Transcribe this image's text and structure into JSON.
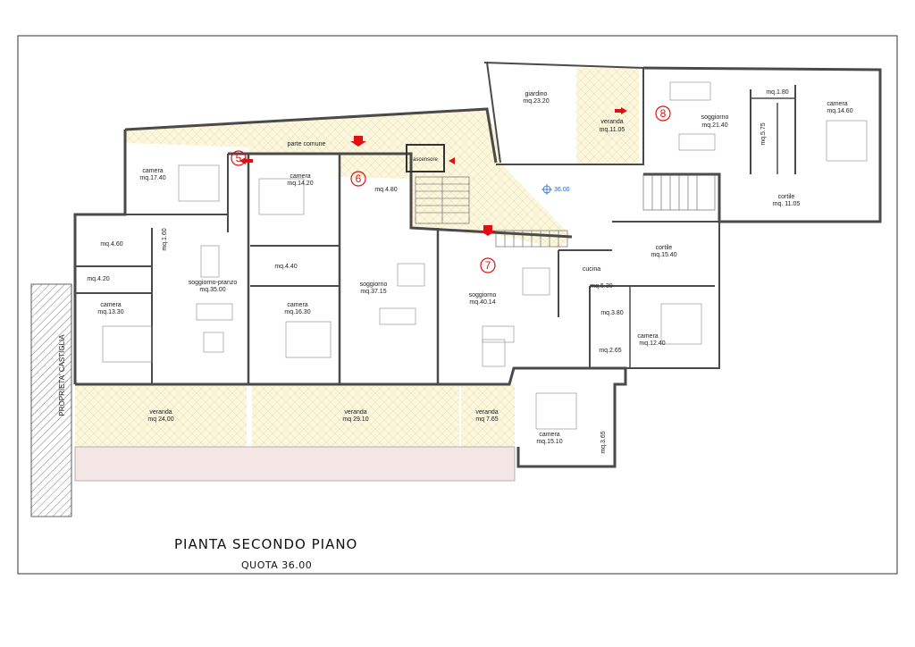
{
  "title": "PIANTA SECONDO PIANO",
  "subtitle": "QUOTA 36.00",
  "side_label": "PROPRIETA' CASTIGLIA",
  "level_mark": "36.00",
  "colors": {
    "wall": "#4a4a4a",
    "hatch": "#fbf6dc",
    "marker": "#e01010",
    "level": "#2266cc"
  },
  "rooms": {
    "camera_1740": [
      "camera",
      "mq.17.40"
    ],
    "camera_1420": [
      "camera",
      "mq.14.20"
    ],
    "bagno_480": [
      "mq.4.80"
    ],
    "bagno_460": [
      "mq.4.60"
    ],
    "bagno_160": [
      "mq.1.60"
    ],
    "bagno_420": [
      "mq.4.20"
    ],
    "camera_1330": [
      "camera",
      "mq.13.30"
    ],
    "soggiorno_3500": [
      "soggiorno-pranzo",
      "mq.35.00"
    ],
    "bagno_440": [
      "mq.4.40"
    ],
    "camera_1630": [
      "camera",
      "mq.16.30"
    ],
    "soggiorno_3715": [
      "soggiorno",
      "mq.37.15"
    ],
    "soggiorno_4014": [
      "soggiorno",
      "mq.40.14"
    ],
    "cucina_530": [
      "cucina",
      "mq.5.30"
    ],
    "bagno_380": [
      "mq.3.80"
    ],
    "camera_1240": [
      "camera",
      "mq.12.40"
    ],
    "bagno_265": [
      "mq.2.65"
    ],
    "camera_1510": [
      "camera",
      "mq.15.10"
    ],
    "bagno_365": [
      "mq.3.65"
    ],
    "cortile_1540": [
      "cortile",
      "mq.15.40"
    ],
    "giardino_2320": [
      "giardino",
      "mq.23.20"
    ],
    "veranda_1105": [
      "veranda",
      "mq.11.05"
    ],
    "soggiorno_2140": [
      "soggiorno",
      "mq.21.40"
    ],
    "bagno_180": [
      "mq.1.80"
    ],
    "bagno_575": [
      "mq.5.75"
    ],
    "camera_1460": [
      "camera",
      "mq.14.60"
    ],
    "cortile_1105": [
      "cortile",
      "mq. 11.05"
    ],
    "veranda_2400": [
      "veranda",
      "mq  24,00"
    ],
    "veranda_2910": [
      "veranda",
      "mq  29.10"
    ],
    "veranda_765": [
      "veranda",
      "mq  7.65"
    ],
    "parte_comune": [
      "parte comune"
    ],
    "ascensore": [
      "ascensore"
    ]
  },
  "unit_markers": [
    "5",
    "6",
    "7",
    "8"
  ]
}
